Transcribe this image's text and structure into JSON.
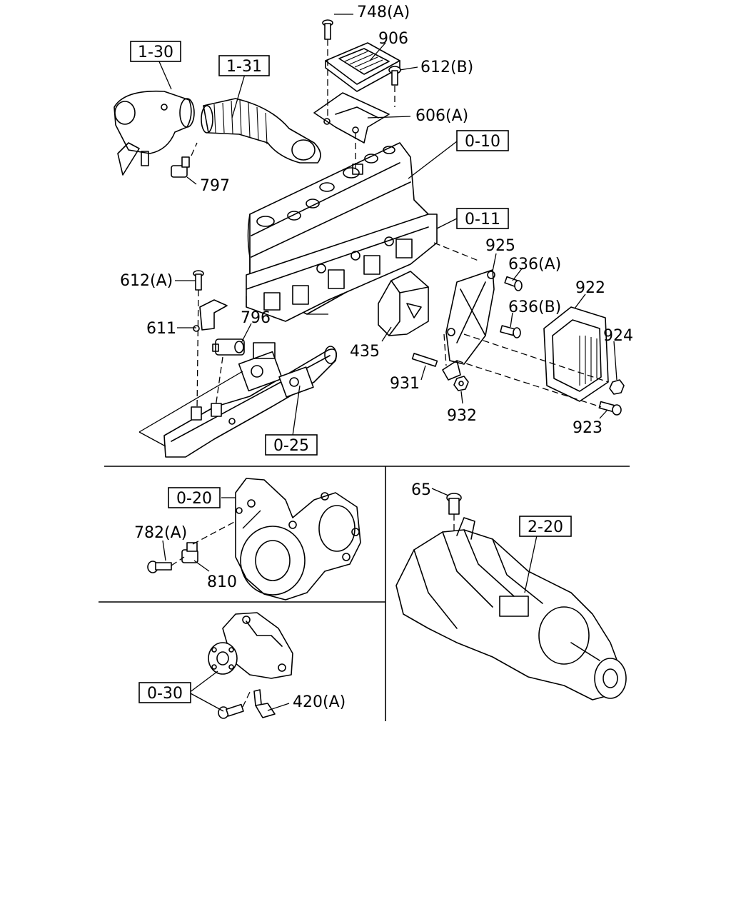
{
  "labels": {
    "l748a": "748(A)",
    "l906": "906",
    "l612b": "612(B)",
    "l606a": "606(A)",
    "l797": "797",
    "l612a": "612(A)",
    "l611": "611",
    "l796": "796",
    "l435": "435",
    "l925": "925",
    "l636a": "636(A)",
    "l636b": "636(B)",
    "l922": "922",
    "l924": "924",
    "l931": "931",
    "l932": "932",
    "l923": "923",
    "l782a": "782(A)",
    "l810": "810",
    "l65": "65",
    "l420a": "420(A)"
  },
  "refs": {
    "r1_30": "1-30",
    "r1_31": "1-31",
    "r0_10": "0-10",
    "r0_11": "0-11",
    "r0_25": "0-25",
    "r0_20": "0-20",
    "r2_20": "2-20",
    "r0_30": "0-30"
  }
}
